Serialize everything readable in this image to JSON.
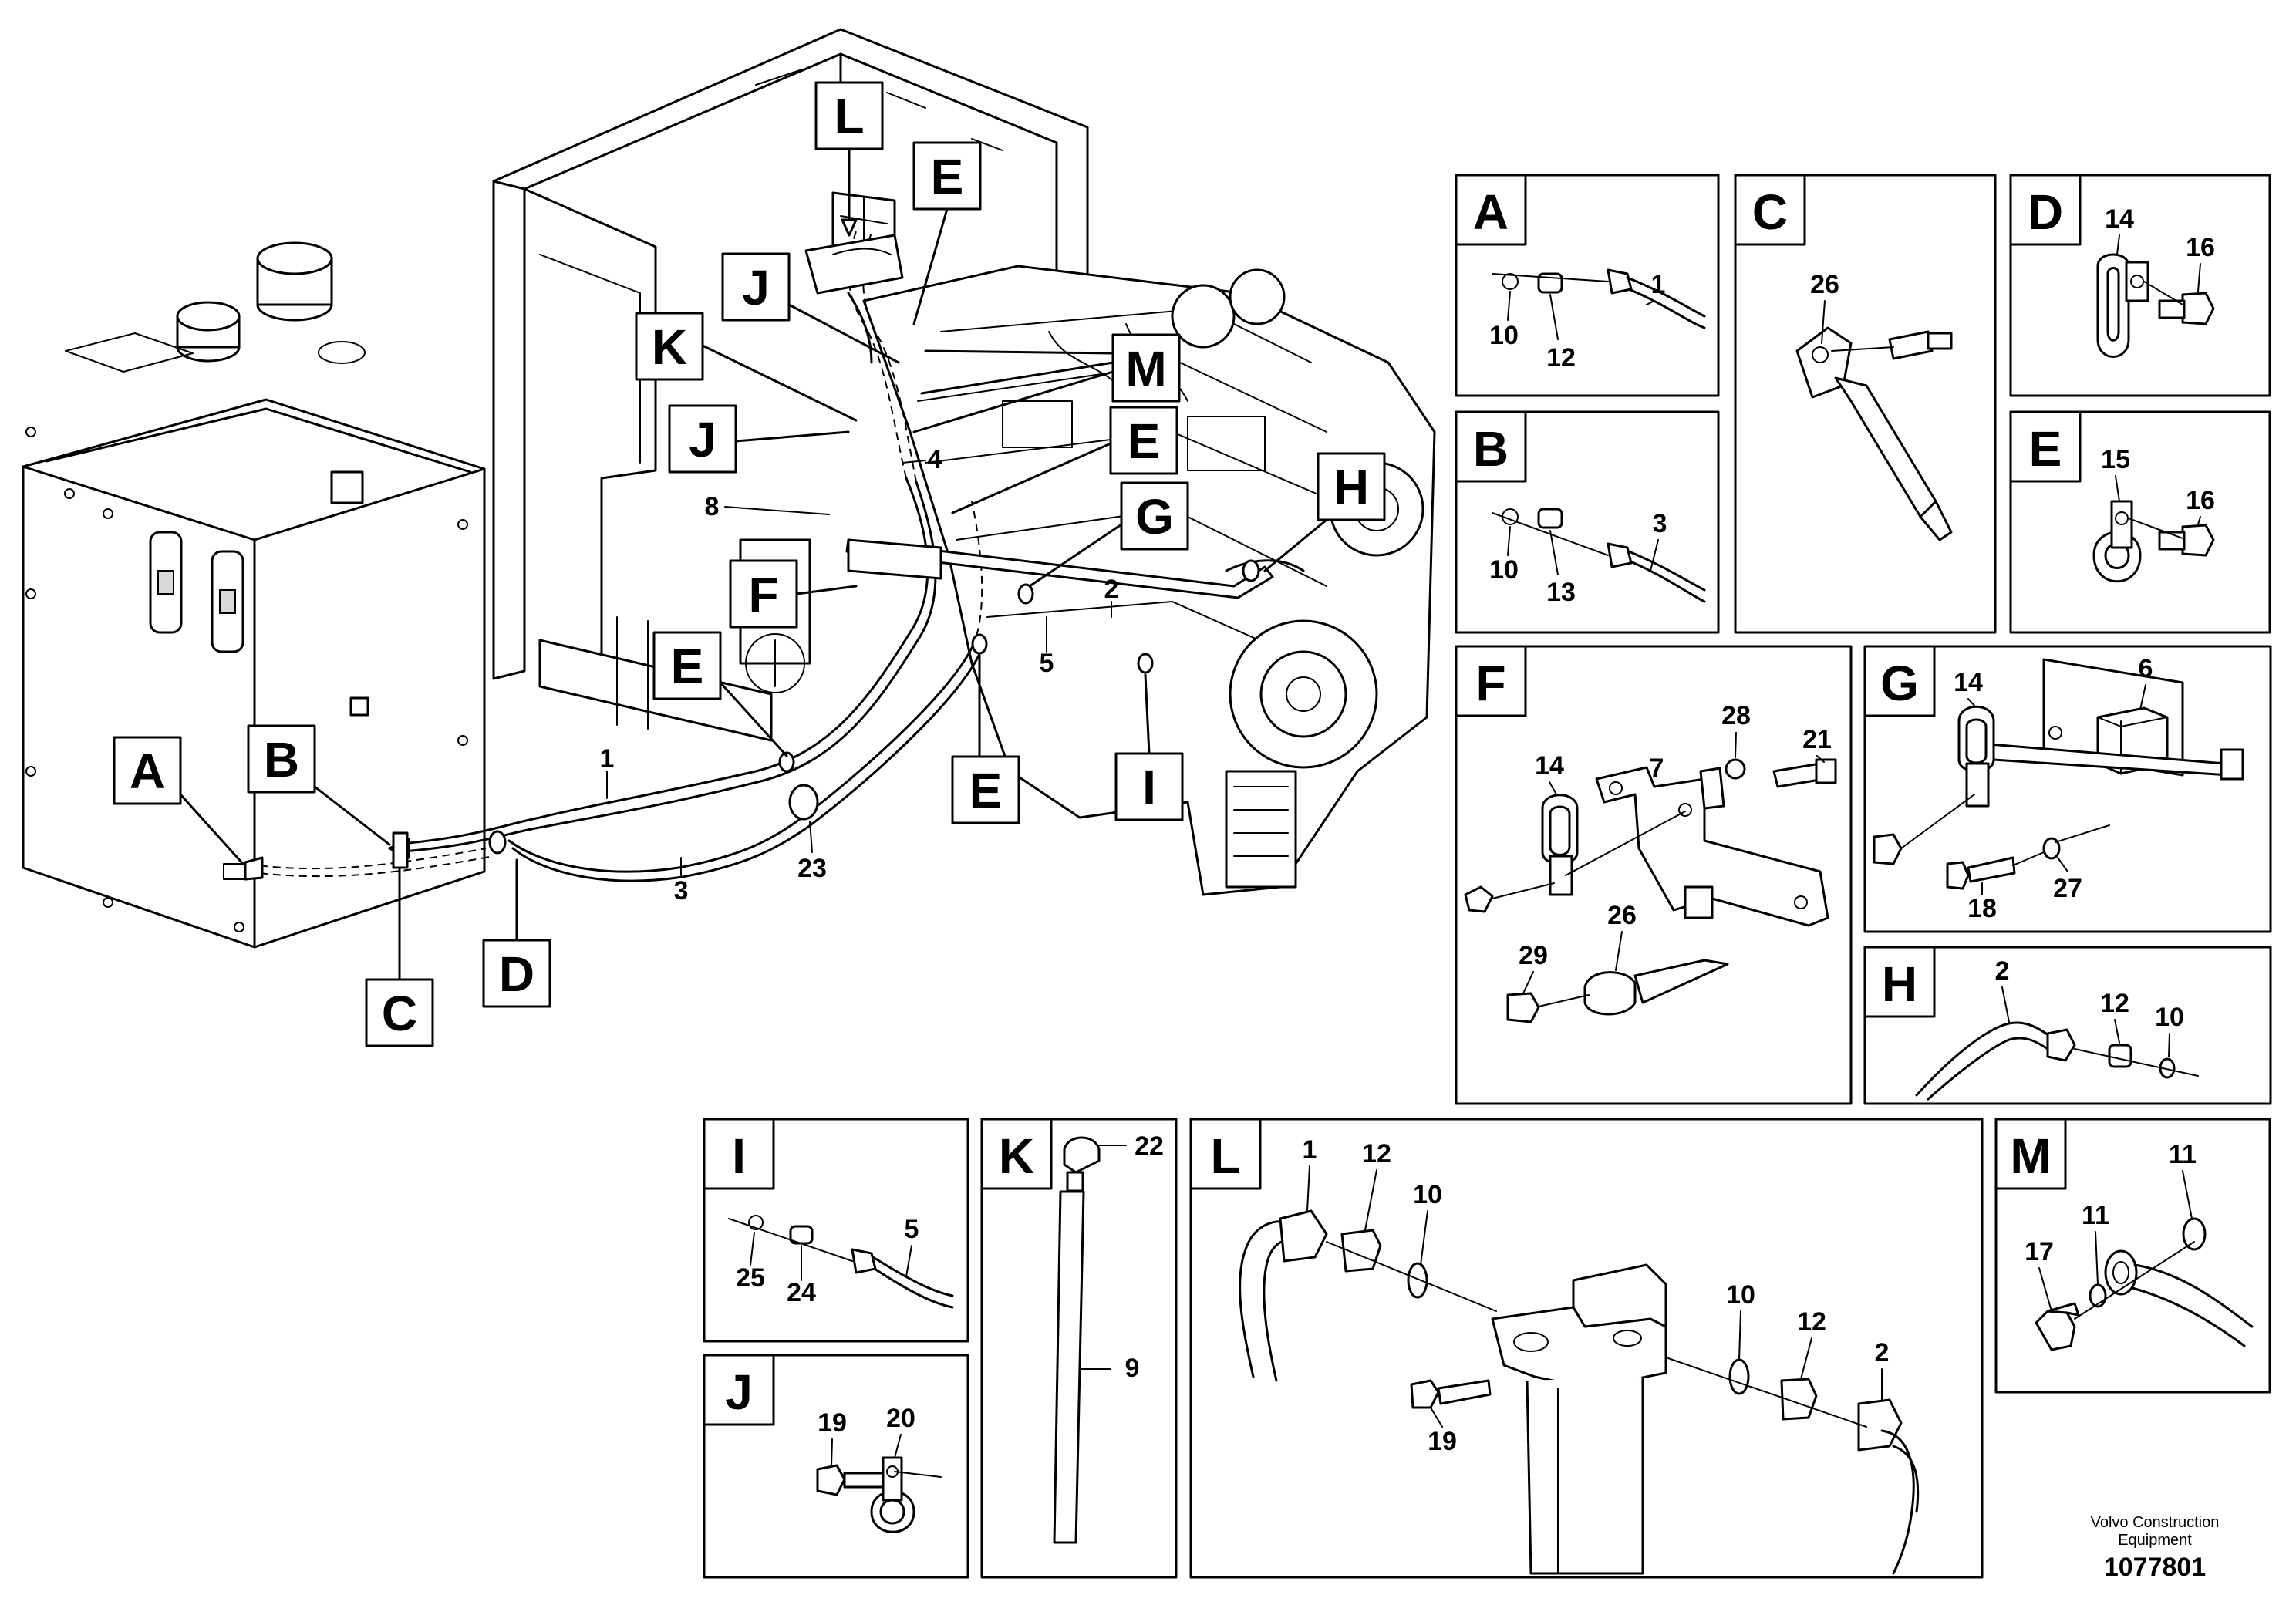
{
  "callouts": {
    "L": "L",
    "E1": "E",
    "J1": "J",
    "K": "K",
    "M": "M",
    "E2": "E",
    "J2": "J",
    "H": "H",
    "G": "G",
    "F": "F",
    "E3": "E",
    "A": "A",
    "B": "B",
    "I": "I",
    "E4": "E",
    "C": "C",
    "D": "D"
  },
  "main_numbers": {
    "n4": "4",
    "n8": "8",
    "n2": "2",
    "n5": "5",
    "n1": "1",
    "n3": "3",
    "n23": "23"
  },
  "panels": {
    "A": {
      "letter": "A",
      "labels": [
        "10",
        "12",
        "1"
      ]
    },
    "B": {
      "letter": "B",
      "labels": [
        "10",
        "13",
        "3"
      ]
    },
    "C": {
      "letter": "C",
      "labels": [
        "26"
      ]
    },
    "D": {
      "letter": "D",
      "labels": [
        "14",
        "16"
      ]
    },
    "E": {
      "letter": "E",
      "labels": [
        "15",
        "16"
      ]
    },
    "F": {
      "letter": "F",
      "labels": [
        "28",
        "21",
        "7",
        "14",
        "26",
        "29"
      ]
    },
    "G": {
      "letter": "G",
      "labels": [
        "14",
        "6",
        "18",
        "27"
      ]
    },
    "H": {
      "letter": "H",
      "labels": [
        "2",
        "12",
        "10"
      ]
    },
    "I": {
      "letter": "I",
      "labels": [
        "5",
        "25",
        "24"
      ]
    },
    "J": {
      "letter": "J",
      "labels": [
        "19",
        "20"
      ]
    },
    "K": {
      "letter": "K",
      "labels": [
        "22",
        "9"
      ]
    },
    "L": {
      "letter": "L",
      "labels": [
        "1",
        "12",
        "10",
        "19",
        "10",
        "12",
        "2"
      ]
    },
    "M": {
      "letter": "M",
      "labels": [
        "11",
        "11",
        "17"
      ]
    }
  },
  "footer": {
    "credit_line1": "Volvo Construction",
    "credit_line2": "Equipment",
    "drawing_number": "1077801"
  }
}
